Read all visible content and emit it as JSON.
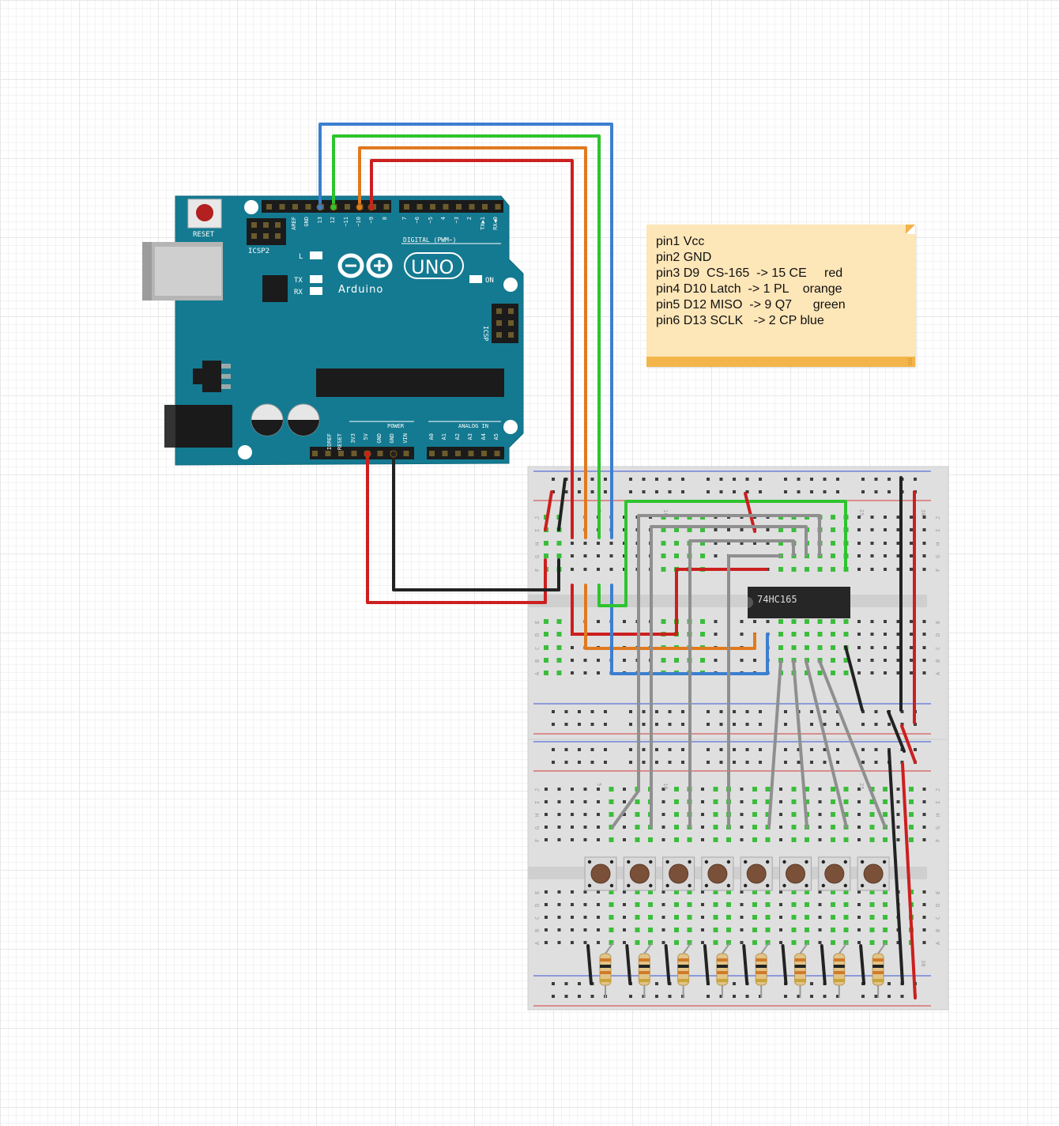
{
  "arduino": {
    "model": "UNO",
    "brand": "Arduino",
    "reset_label": "RESET",
    "icsp2_label": "ICSP2",
    "icsp_label": "ICSP",
    "on_label": "ON",
    "l_label": "L",
    "tx_label": "TX",
    "rx_label": "RX",
    "digital_label": "DIGITAL (PWM~)",
    "power_label": "POWER",
    "analog_label": "ANALOG IN",
    "top_pins": [
      "AREF",
      "GND",
      "13",
      "12",
      "~11",
      "~10",
      "~9",
      "8",
      "7",
      "~6",
      "~5",
      "4",
      "~3",
      "2",
      "TX▶1",
      "RX◀0"
    ],
    "bottom_pins": [
      "IOREF",
      "RESET",
      "3V3",
      "5V",
      "GND",
      "GND",
      "VIN",
      "A0",
      "A1",
      "A2",
      "A3",
      "A4",
      "A5"
    ]
  },
  "ic": {
    "label": "74HC165"
  },
  "note": {
    "lines": [
      "pin1 Vcc",
      "pin2 GND",
      "pin3 D9  CS-165  -> 15 CE     red",
      "pin4 D10 Latch  -> 1 PL    orange",
      "pin5 D12 MISO  -> 9 Q7      green",
      "pin6 D13 SCLK   -> 2 CP blue"
    ],
    "resize_glyph": "⣿"
  },
  "breadboard": {
    "row_letters": [
      "J",
      "I",
      "H",
      "G",
      "F",
      "E",
      "D",
      "C",
      "B",
      "A"
    ],
    "column_numbers": [
      "1",
      "5",
      "10",
      "25",
      "30"
    ]
  },
  "buttons": {
    "count": 8
  },
  "resistors": {
    "count": 8
  },
  "colors": {
    "board": "#147a91",
    "wire_red": "#cc1f1f",
    "wire_orange": "#e07a1f",
    "wire_green": "#2ec42e",
    "wire_blue": "#3b7fd0",
    "wire_black": "#222222",
    "wire_gray": "#8f8f8f",
    "note_bg": "#fde6b8",
    "note_bar": "#f3b54a"
  }
}
